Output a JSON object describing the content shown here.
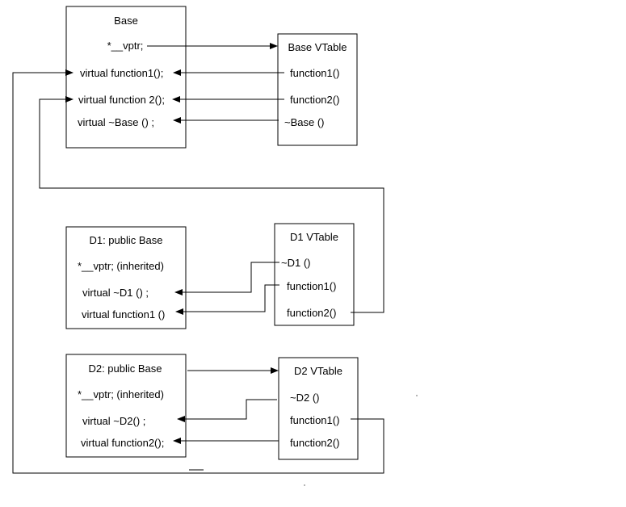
{
  "base": {
    "title": "Base",
    "rows": [
      "*__vptr;",
      "virtual function1();",
      "virtual function 2();",
      "virtual ~Base () ;"
    ]
  },
  "base_vtable": {
    "title": "Base VTable",
    "rows": [
      "function1()",
      "function2()",
      "~Base ()"
    ]
  },
  "d1": {
    "title": "D1: public Base",
    "rows": [
      "*__vptr; (inherited)",
      "virtual ~D1 () ;",
      "virtual function1 ()"
    ]
  },
  "d1_vtable": {
    "title": "D1 VTable",
    "rows": [
      "~D1 ()",
      "function1()",
      "function2()"
    ]
  },
  "d2": {
    "title": "D2: public Base",
    "rows": [
      "*__vptr; (inherited)",
      "virtual ~D2() ;",
      "virtual function2();"
    ]
  },
  "d2_vtable": {
    "title": "D2 VTable",
    "rows": [
      "~D2 ()",
      "function1()",
      "function2()"
    ]
  }
}
